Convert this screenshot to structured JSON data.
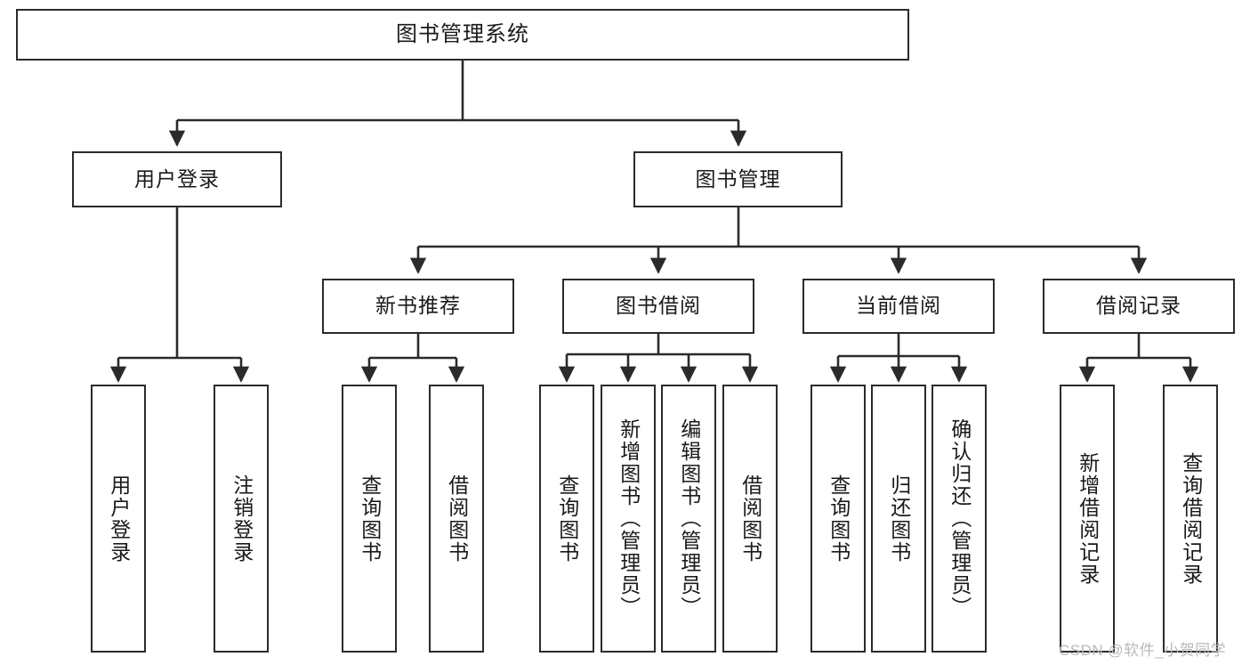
{
  "diagram": {
    "title": "图书管理系统",
    "type": "tree-hierarchy-chart",
    "watermark": "CSDN @软件_小贺同学",
    "colors": {
      "border": "#2b2b2b",
      "background": "#ffffff",
      "text": "#1a1a1a",
      "edge": "#2b2b2b",
      "watermark": "#b9b9b9"
    },
    "root": {
      "label": "图书管理系统"
    },
    "level2": [
      {
        "label": "用户登录"
      },
      {
        "label": "图书管理"
      }
    ],
    "level3": [
      {
        "label": "新书推荐"
      },
      {
        "label": "图书借阅"
      },
      {
        "label": "当前借阅"
      },
      {
        "label": "借阅记录"
      }
    ],
    "leaves": {
      "user_login": [
        {
          "label": "用户登录"
        },
        {
          "label": "注销登录"
        }
      ],
      "new_book": [
        {
          "label": "查询图书"
        },
        {
          "label": "借阅图书"
        }
      ],
      "book_borrow": [
        {
          "label": "查询图书"
        },
        {
          "label": "新增图书（管理员）"
        },
        {
          "label": "编辑图书（管理员）"
        },
        {
          "label": "借阅图书"
        }
      ],
      "current_borrow": [
        {
          "label": "查询图书"
        },
        {
          "label": "归还图书"
        },
        {
          "label": "确认归还（管理员）"
        }
      ],
      "borrow_record": [
        {
          "label": "新增借阅记录"
        },
        {
          "label": "查询借阅记录"
        }
      ]
    }
  }
}
